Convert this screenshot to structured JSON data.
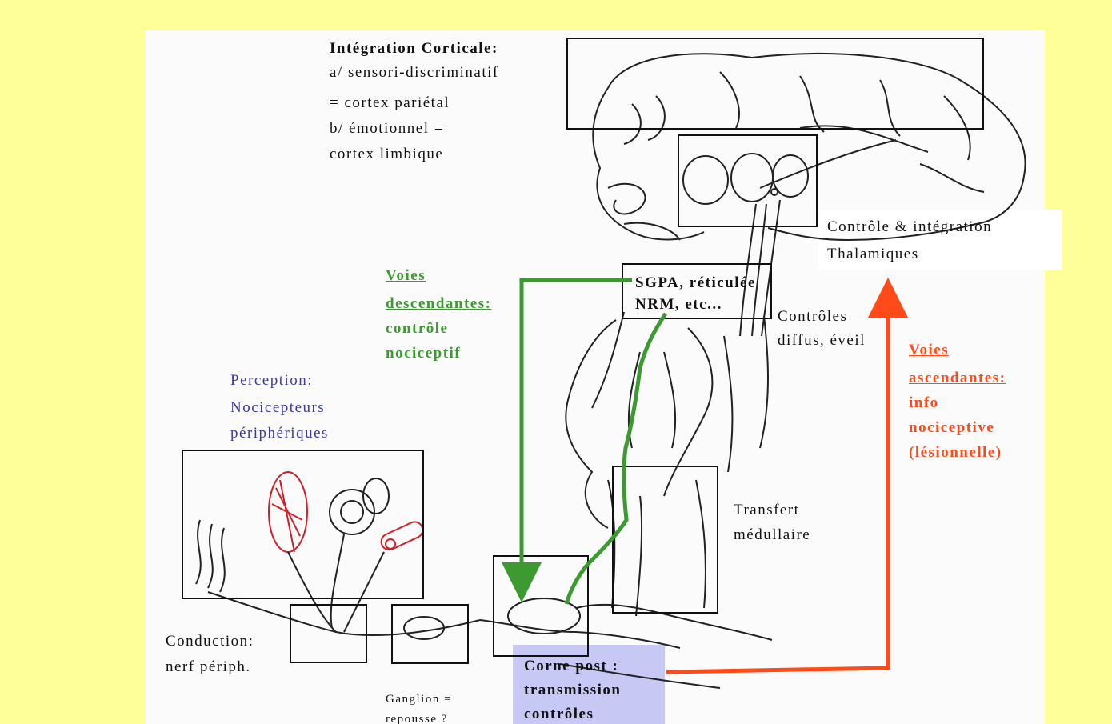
{
  "labels": {
    "integration_title": "Intégration Corticale:",
    "integration_a": "a/ sensori-discriminatif",
    "integration_a2": "= cortex pariétal",
    "integration_b": "b/ émotionnel =",
    "integration_b2": "cortex limbique",
    "thalamic_1": "Contrôle & intégration",
    "thalamic_2": "Thalamiques",
    "sgpa_1": "SGPA, réticulée",
    "sgpa_2": "NRM, etc...",
    "diffuse_1": "Contrôles",
    "diffuse_2": "diffus, éveil",
    "desc_1": "Voies",
    "desc_2": "descendantes:",
    "desc_3": "contrôle",
    "desc_4": "nociceptif",
    "asc_1": "Voies",
    "asc_2": "ascendantes:",
    "asc_3": "info",
    "asc_4": "nociceptive",
    "asc_5": "(lésionnelle)",
    "perception_1": "Perception:",
    "perception_2": "Nocicepteurs",
    "perception_3": "périphériques",
    "transfer_1": "Transfert",
    "transfer_2": "médullaire",
    "conduction_1": "Conduction:",
    "conduction_2": "nerf périph.",
    "ganglion_1": "Ganglion =",
    "ganglion_2": "repousse ?",
    "corne_1": "Corne post :",
    "corne_2": "transmission",
    "corne_3": "contrôles"
  },
  "colors": {
    "background": "#ffff99",
    "paper": "#fbfbfb",
    "descending": "#3c9a30",
    "ascending": "#ff4a1a",
    "perception": "#3a3aa8",
    "corne_box": "#c8c8f4",
    "sketch_red": "#d0202a"
  }
}
